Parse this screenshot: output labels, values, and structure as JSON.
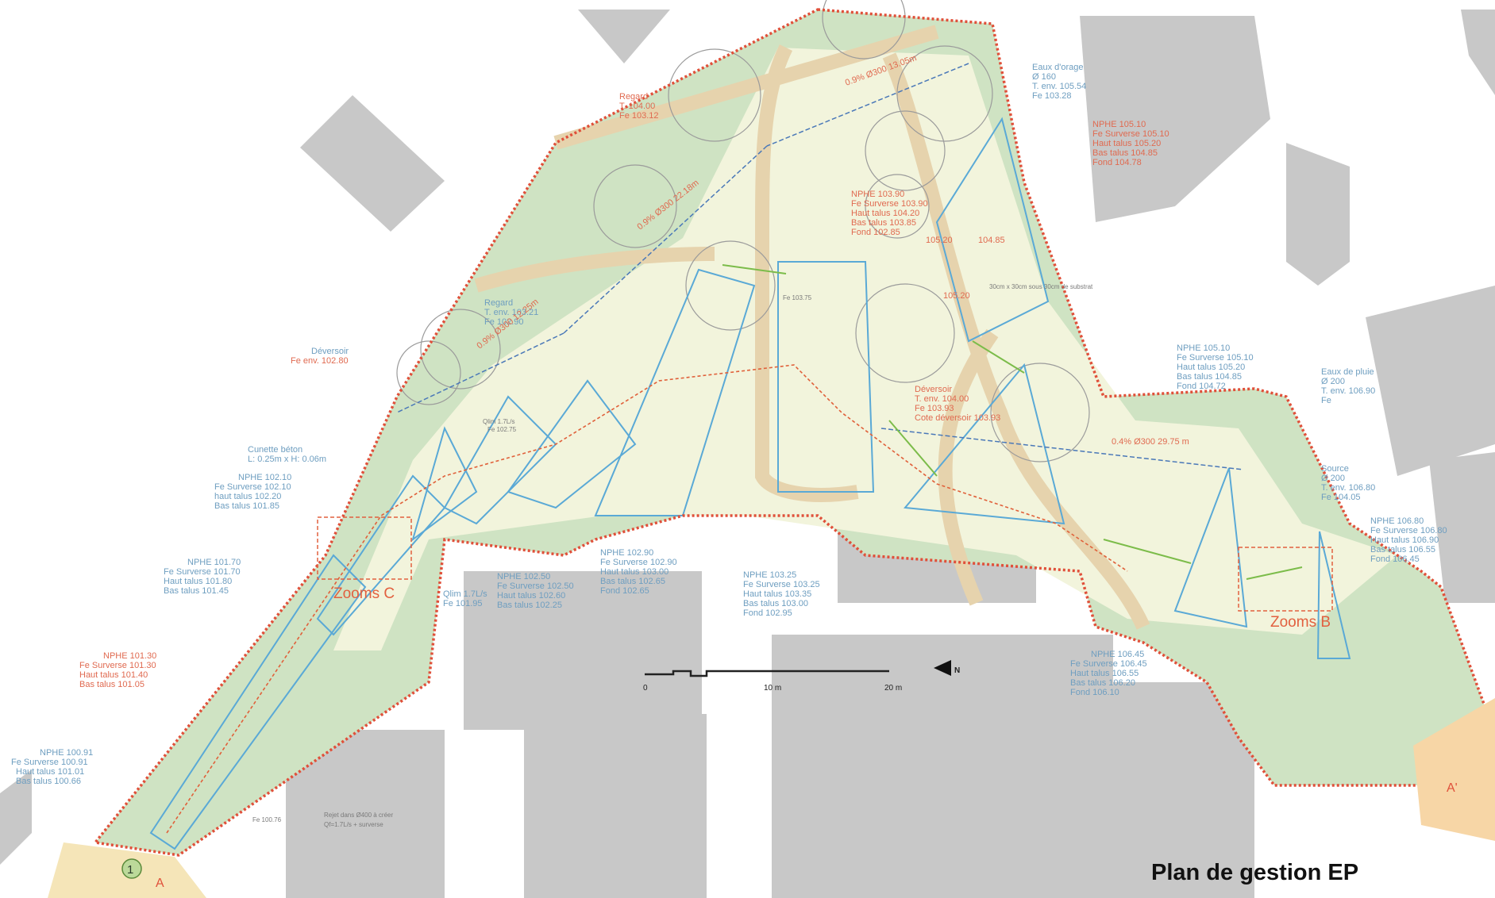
{
  "title": "Plan de gestion EP",
  "scale": {
    "ticks": [
      "0",
      "10 m",
      "20 m"
    ],
    "north": "N"
  },
  "markers": {
    "section_a": "A",
    "section_a_prime": "A'",
    "point_1": "1"
  },
  "zooms": [
    "Zooms C",
    "Zooms B"
  ],
  "colors": {
    "building": "#c8c8c8",
    "green_strip": "#cfe3c3",
    "basin_fill": "#f2f4dc",
    "path": "#e6d3ad",
    "pipe_blue": "#4a78b8",
    "pipe_red": "#e0603a",
    "boundary": "#e0503a",
    "swale_outline": "#5aa9d6"
  },
  "annotations": [
    {
      "color": "red",
      "lines": [
        "Regard",
        "T. 104.00",
        "Fe 103.12"
      ]
    },
    {
      "color": "blue",
      "lines": [
        "Eaux d'orage",
        "Ø 160",
        "T. env. 105.54",
        "Fe 103.28"
      ]
    },
    {
      "color": "red",
      "lines": [
        "NPHE 105.10",
        "Fe Surverse 105.10",
        "Haut talus 105.20",
        "Bas talus 104.85",
        "Fond 104.78"
      ]
    },
    {
      "color": "red",
      "lines": [
        "NPHE 103.90",
        "Fe Surverse 103.90",
        "Haut talus 104.20",
        "Bas talus 103.85",
        "Fond 102.85"
      ]
    },
    {
      "color": "blue",
      "lines": [
        "Regard",
        "T. env. 103.21",
        "Fe 102.90"
      ]
    },
    {
      "color": "blue",
      "lines": [
        "Déversoir"
      ]
    },
    {
      "color": "red",
      "lines": [
        "Fe env. 102.80"
      ]
    },
    {
      "color": "blue",
      "lines": [
        "Cunette béton",
        "L: 0.25m x H: 0.06m"
      ]
    },
    {
      "color": "blue",
      "lines": [
        "NPHE 102.10",
        "Fe Surverse 102.10",
        "haut talus 102.20",
        "Bas talus 101.85"
      ]
    },
    {
      "color": "blue",
      "lines": [
        "NPHE 101.70",
        "Fe Surverse 101.70",
        "Haut talus 101.80",
        "Bas talus 101.45"
      ]
    },
    {
      "color": "red",
      "lines": [
        "NPHE 101.30",
        "Fe Surverse 101.30",
        "Haut talus 101.40",
        "Bas talus 101.05"
      ]
    },
    {
      "color": "blue",
      "lines": [
        "NPHE 100.91",
        "Fe Surverse 100.91",
        "Haut talus 101.01",
        "Bas talus 100.66"
      ]
    },
    {
      "color": "blue",
      "lines": [
        "Qlim 1.7L/s",
        "Fe 101.95"
      ]
    },
    {
      "color": "blue",
      "lines": [
        "NPHE 102.50",
        "Fe Surverse 102.50",
        "Haut talus 102.60",
        "Bas talus 102.25"
      ]
    },
    {
      "color": "blue",
      "lines": [
        "NPHE 102.90",
        "Fe Surverse 102.90",
        "Haut talus 103.00",
        "Bas talus 102.65",
        "Fond 102.65"
      ]
    },
    {
      "color": "blue",
      "lines": [
        "NPHE 103.25",
        "Fe Surverse 103.25",
        "Haut talus 103.35",
        "Bas talus 103.00",
        "Fond 102.95"
      ]
    },
    {
      "color": "red",
      "lines": [
        "Déversoir",
        "T. env. 104.00",
        "Fe 103.93",
        "Cote déversoir 103.93"
      ]
    },
    {
      "color": "blue",
      "lines": [
        "Eaux de pluie",
        "Ø 200",
        "T. env. 106.90",
        "Fe"
      ]
    },
    {
      "color": "blue",
      "lines": [
        "Source",
        "Ø 200",
        "T. env. 106.80",
        "Fe 104.05"
      ]
    },
    {
      "color": "blue",
      "lines": [
        "NPHE 105.10",
        "Fe Surverse 105.10",
        "Haut talus 105.20",
        "Bas talus 104.85",
        "Fond 104.72"
      ]
    },
    {
      "color": "blue",
      "lines": [
        "NPHE 106.45",
        "Fe Surverse 106.45",
        "Haut talus 106.55",
        "Bas talus 106.20",
        "Fond 106.10"
      ]
    },
    {
      "color": "blue",
      "lines": [
        "NPHE 106.80",
        "Fe Surverse 106.80",
        "Haut talus 106.90",
        "Bas talus 106.55",
        "Fond 106.45"
      ]
    },
    {
      "color": "grey",
      "lines": [
        "Rejet dans Ø400 à créer",
        "Qf=1.7L/s + surverse"
      ]
    }
  ],
  "small_labels": [
    {
      "color": "grey",
      "text": "30cm x 30cm sous 30cm de substrat"
    },
    {
      "color": "grey",
      "text": "Qlim 1.7L/s"
    },
    {
      "color": "grey",
      "text": "Fe 102.75"
    },
    {
      "color": "grey",
      "text": "Fe 100.76"
    },
    {
      "color": "grey",
      "text": "Fe 103.75"
    }
  ],
  "elevation_points": [
    "105.20",
    "104.85",
    "105.20"
  ],
  "pipe_labels": [
    {
      "text": "0.9% Ø300 13.05m"
    },
    {
      "text": "0.9% Ø300 22.18m"
    },
    {
      "text": "0.9% Ø300 12.25m"
    },
    {
      "text": "0.4% Ø300 29.75 m"
    }
  ]
}
